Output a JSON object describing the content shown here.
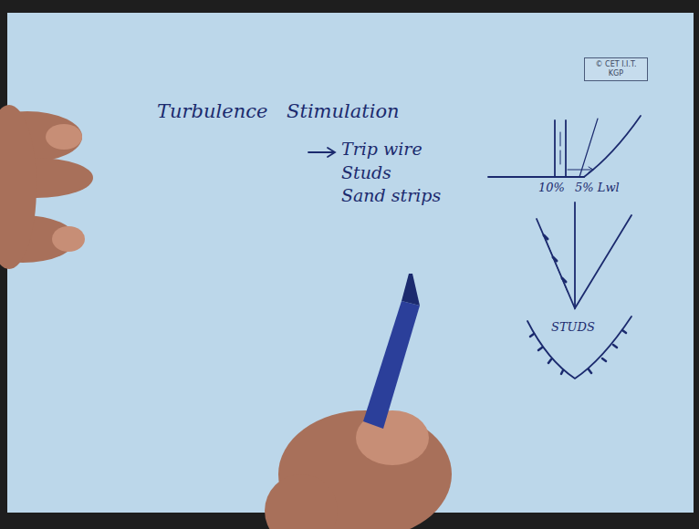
{
  "diagram": {
    "title": "Turbulence Stimulation",
    "nodes": [
      {
        "text": [
          "© CET I.I.T. KGP"
        ]
      }
    ],
    "labels": [
      "Trip wire",
      "Studs",
      "Sand strips",
      "10%",
      "5% Lwl",
      "STUDS"
    ]
  }
}
